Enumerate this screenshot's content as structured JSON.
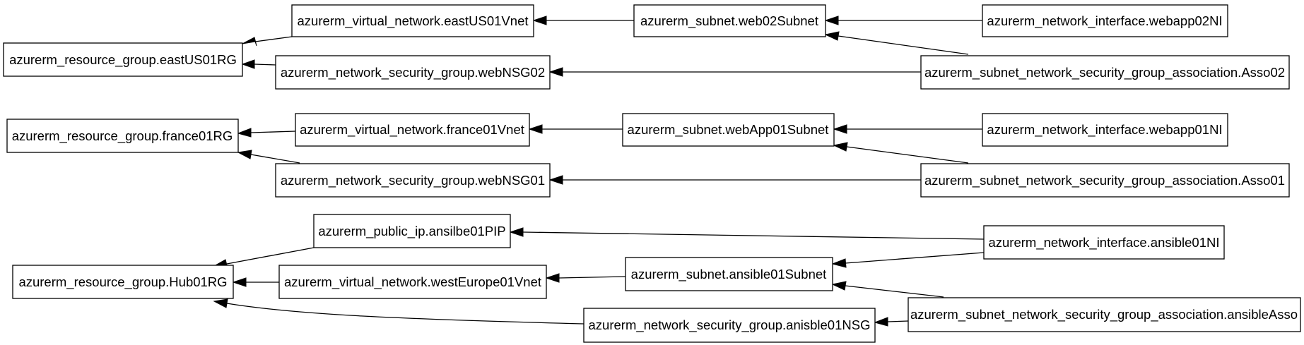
{
  "diagram": {
    "nodes": {
      "eastUS01RG": "azurerm_resource_group.eastUS01RG",
      "eastUS01Vnet": "azurerm_virtual_network.eastUS01Vnet",
      "webNSG02": "azurerm_network_security_group.webNSG02",
      "web02Subnet": "azurerm_subnet.web02Subnet",
      "webapp02NI": "azurerm_network_interface.webapp02NI",
      "Asso02": "azurerm_subnet_network_security_group_association.Asso02",
      "france01RG": "azurerm_resource_group.france01RG",
      "france01Vnet": "azurerm_virtual_network.france01Vnet",
      "webNSG01": "azurerm_network_security_group.webNSG01",
      "webApp01Subnet": "azurerm_subnet.webApp01Subnet",
      "webapp01NI": "azurerm_network_interface.webapp01NI",
      "Asso01": "azurerm_subnet_network_security_group_association.Asso01",
      "Hub01RG": "azurerm_resource_group.Hub01RG",
      "ansilbe01PIP": "azurerm_public_ip.ansilbe01PIP",
      "westEurope01Vnet": "azurerm_virtual_network.westEurope01Vnet",
      "anisble01NSG": "azurerm_network_security_group.anisble01NSG",
      "ansible01Subnet": "azurerm_subnet.ansible01Subnet",
      "ansible01NI": "azurerm_network_interface.ansible01NI",
      "ansibleAsso": "azurerm_subnet_network_security_group_association.ansibleAsso"
    },
    "edges": [
      {
        "from": "eastUS01Vnet",
        "to": "eastUS01RG"
      },
      {
        "from": "webNSG02",
        "to": "eastUS01RG"
      },
      {
        "from": "web02Subnet",
        "to": "eastUS01Vnet"
      },
      {
        "from": "webapp02NI",
        "to": "web02Subnet"
      },
      {
        "from": "Asso02",
        "to": "web02Subnet"
      },
      {
        "from": "Asso02",
        "to": "webNSG02"
      },
      {
        "from": "france01Vnet",
        "to": "france01RG"
      },
      {
        "from": "webNSG01",
        "to": "france01RG"
      },
      {
        "from": "webApp01Subnet",
        "to": "france01Vnet"
      },
      {
        "from": "webapp01NI",
        "to": "webApp01Subnet"
      },
      {
        "from": "Asso01",
        "to": "webApp01Subnet"
      },
      {
        "from": "Asso01",
        "to": "webNSG01"
      },
      {
        "from": "ansilbe01PIP",
        "to": "Hub01RG"
      },
      {
        "from": "westEurope01Vnet",
        "to": "Hub01RG"
      },
      {
        "from": "anisble01NSG",
        "to": "Hub01RG"
      },
      {
        "from": "ansible01Subnet",
        "to": "westEurope01Vnet"
      },
      {
        "from": "ansible01NI",
        "to": "ansilbe01PIP"
      },
      {
        "from": "ansible01NI",
        "to": "ansible01Subnet"
      },
      {
        "from": "ansibleAsso",
        "to": "ansible01Subnet"
      },
      {
        "from": "ansibleAsso",
        "to": "anisble01NSG"
      }
    ]
  }
}
